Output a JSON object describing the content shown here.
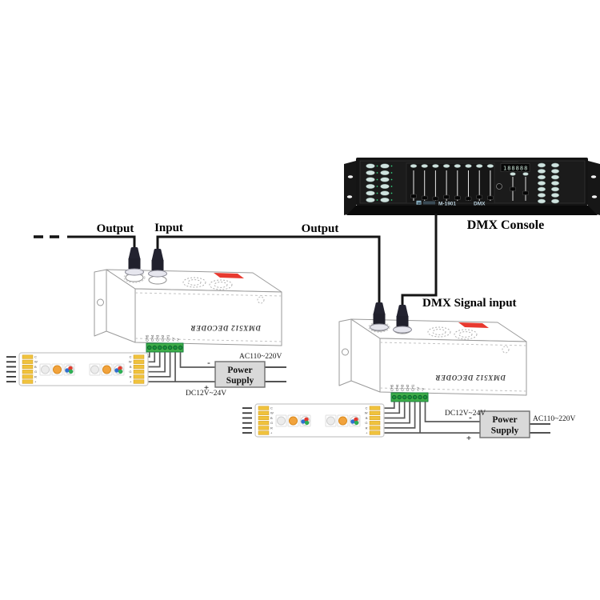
{
  "diagram": {
    "console_label": "DMX Console",
    "left_output_label": "Output",
    "input_label": "Input",
    "mid_output_label": "Output",
    "dmx_signal_input_label": "DMX Signal input"
  },
  "console": {
    "logo": "M",
    "model": "M-1901",
    "protocol": "DMX",
    "display_value": "188888"
  },
  "decoder": {
    "name": "DMX512 DECODER",
    "terminals": [
      "CH5",
      "CH4",
      "CH3",
      "CH2",
      "CH1",
      "+V",
      "-V"
    ]
  },
  "strip": {
    "pad_labels": [
      "C",
      "W",
      "B",
      "G",
      "R",
      "+"
    ]
  },
  "power_supply": {
    "line1": "Power",
    "line2": "Supply",
    "ac_label": "AC110~220V",
    "dc_label": "DC12V~24V",
    "minus": "-",
    "plus": "+"
  },
  "colors": {
    "dmx_wire": "#141414",
    "strip_wire": "#5a5a5a",
    "decoder_outline": "#9a9a9a",
    "decoder_stripe": "#e8392f",
    "terminal_block": "#3fae49",
    "solder_pad": "#f0c23c",
    "console_body": "#141414",
    "console_button": "#cfe3df",
    "psu_fill": "#d9d9d9"
  }
}
